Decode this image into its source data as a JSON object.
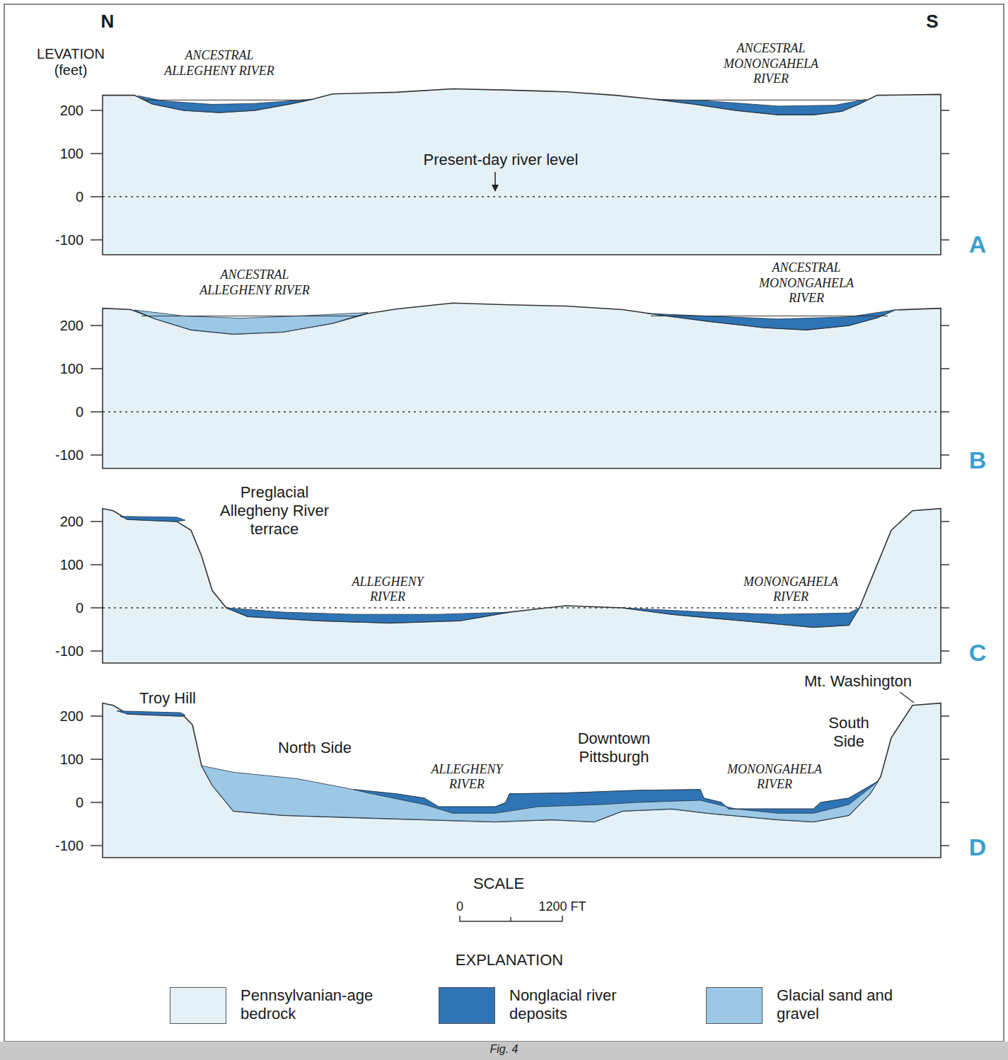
{
  "diagram": {
    "caption": "Fig. 4",
    "labels": [
      "N",
      "S",
      "LEVATION (feet)",
      "ANCESTRAL ALLEGHENY RIVER",
      "ANCESTRAL MONONGAHELA RIVER",
      "200",
      "100",
      "0",
      "-100",
      "Present-day river level",
      "A",
      "ANCESTRAL ALLEGHENY RIVER",
      "ANCESTRAL MONONGAHELA RIVER",
      "200",
      "100",
      "0",
      "-100",
      "B",
      "Preglacial Allegheny River terrace",
      "200",
      "100",
      "0",
      "-100",
      "ALLEGHENY RIVER",
      "MONONGAHELA RIVER",
      "C",
      "Troy Hill",
      "Mt. Washington",
      "200",
      "100",
      "0",
      "-100",
      "North Side",
      "Downtown Pittsburgh",
      "South Side",
      "ALLEGHENY RIVER",
      "MONONGAHELA RIVER",
      "D",
      "SCALE",
      "0",
      "1200 FT",
      "EXPLANATION"
    ],
    "legend": [
      {
        "text": "Pennsylvanian-age bedrock",
        "color": "#e4f1f7"
      },
      {
        "text": "Nonglacial river deposits",
        "color": "#2f74b5"
      },
      {
        "text": "Glacial sand and gravel",
        "color": "#9cc8e6"
      }
    ]
  }
}
